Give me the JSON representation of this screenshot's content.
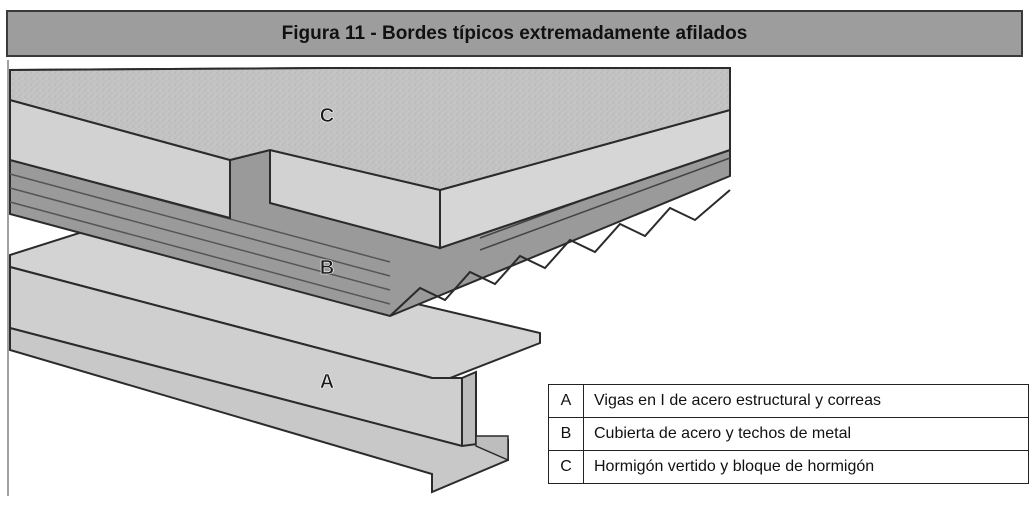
{
  "figure": {
    "title": "Figura 11 - Bordes típicos extremadamente afilados"
  },
  "labels": {
    "a": "A",
    "b": "B",
    "c": "C"
  },
  "legend": [
    {
      "key": "A",
      "text": "Vigas en I de acero estructural y correas"
    },
    {
      "key": "B",
      "text": "Cubierta de acero y techos de metal"
    },
    {
      "key": "C",
      "text": "Hormigón vertido y bloque de hormigón"
    }
  ],
  "colors": {
    "header_bg": "#9d9d9d",
    "concrete": "#bdbdbd",
    "deck": "#8f8f8f",
    "beam": "#cfcfcf",
    "outline": "#2b2b2b"
  }
}
